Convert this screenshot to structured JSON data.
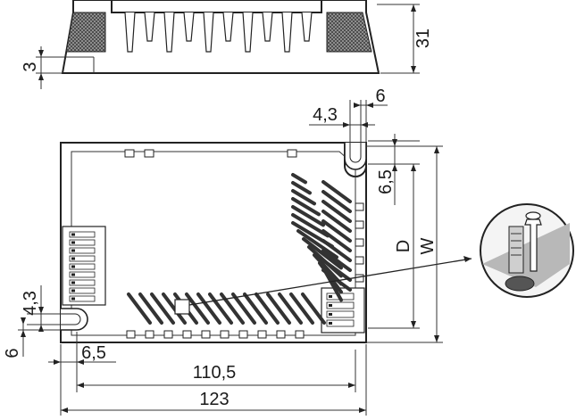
{
  "dimensions": {
    "height": "31",
    "base_step": "3",
    "slot_width": "6",
    "slot_offset_top": "4,3",
    "slot_depth": "6,5",
    "depth_label": "D",
    "width_label": "W",
    "left_slot_height": "4,3",
    "left_slot_width": "6",
    "left_slot_depth": "6,5",
    "mount_distance": "110,5",
    "total_length": "123"
  },
  "colors": {
    "line": "#222222",
    "hatch": "#444444",
    "background": "#ffffff"
  }
}
